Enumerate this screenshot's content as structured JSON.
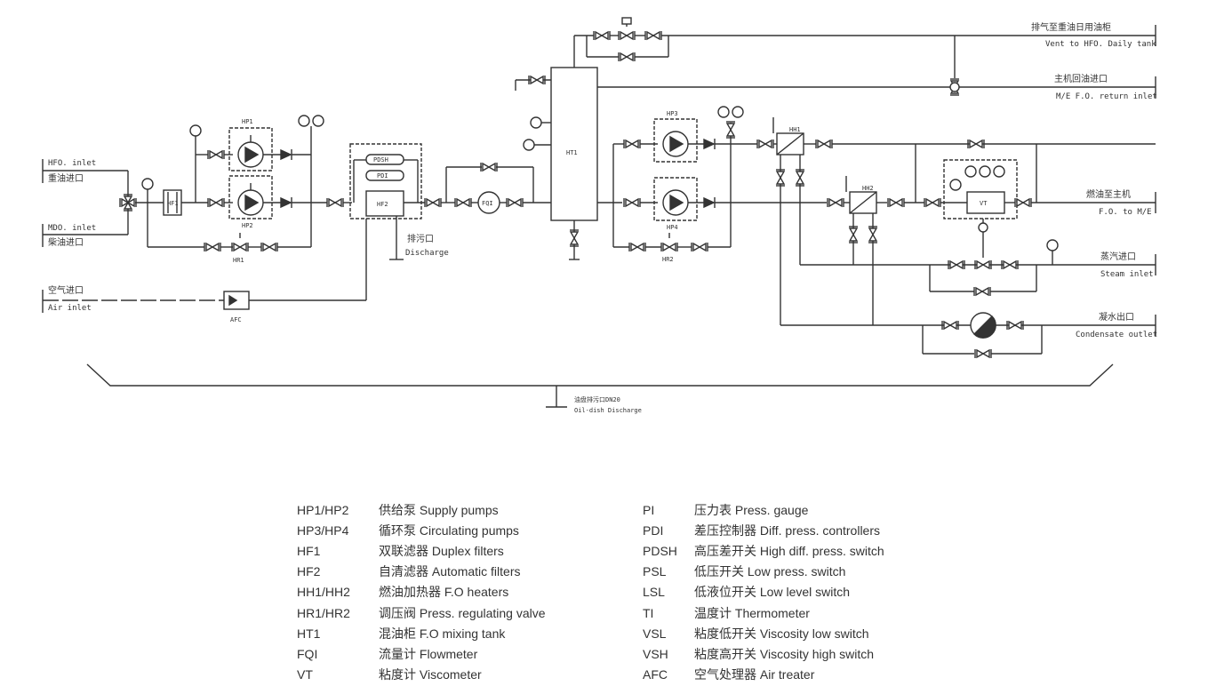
{
  "labels": {
    "hfo_inlet": "HFO. inlet",
    "hfo_inlet_cn": "重油进口",
    "mdo_inlet": "MDO. inlet",
    "mdo_inlet_cn": "柴油进口",
    "air_inlet_cn": "空气进口",
    "air_inlet": "Air inlet",
    "afc": "AFC",
    "vent_cn": "排气至重油日用油柜",
    "vent": "Vent to HFO. Daily tank",
    "return_cn": "主机回油进口",
    "return": "M/E F.O. return inlet",
    "fo_out_cn": "燃油至主机",
    "fo_out": "F.O. to M/E",
    "steam_cn": "蒸汽进口",
    "steam": "Steam inlet",
    "condensate_cn": "凝水出口",
    "condensate": "Condensate outlet",
    "discharge_cn": "排污口",
    "discharge": "Discharge",
    "oil_dish_cn": "油盘排污口DN20",
    "oil_dish": "Oil-dish Discharge",
    "hp1": "HP1",
    "hp2": "HP2",
    "hp3": "HP3",
    "hp4": "HP4",
    "hr1": "HR1",
    "hr2": "HR2",
    "hf1": "HF1",
    "hf2": "HF2",
    "hh1": "HH1",
    "hh2": "HH2",
    "ht1": "HT1",
    "fqi": "FQI",
    "vt": "VT",
    "pdsh": "PDSH",
    "pdi": "PDI"
  },
  "legend_left": [
    {
      "code": "HP1/HP2",
      "desc": "供给泵 Supply pumps"
    },
    {
      "code": "HP3/HP4",
      "desc": "循环泵 Circulating pumps"
    },
    {
      "code": "HF1",
      "desc": "双联滤器 Duplex filters"
    },
    {
      "code": "HF2",
      "desc": "自清滤器 Automatic filters"
    },
    {
      "code": "HH1/HH2",
      "desc": "燃油加热器 F.O heaters"
    },
    {
      "code": "HR1/HR2",
      "desc": "调压阀 Press. regulating valve"
    },
    {
      "code": "HT1",
      "desc": "混油柜 F.O mixing tank"
    },
    {
      "code": "FQI",
      "desc": "流量计 Flowmeter"
    },
    {
      "code": "VT",
      "desc": "粘度计 Viscometer"
    }
  ],
  "legend_right": [
    {
      "code": "PI",
      "desc": "压力表 Press. gauge"
    },
    {
      "code": "PDI",
      "desc": "差压控制器 Diff. press. controllers"
    },
    {
      "code": "PDSH",
      "desc": "高压差开关 High diff. press. switch"
    },
    {
      "code": "PSL",
      "desc": "低压开关 Low press. switch"
    },
    {
      "code": "LSL",
      "desc": "低液位开关 Low level switch"
    },
    {
      "code": "TI",
      "desc": "温度计 Thermometer"
    },
    {
      "code": "VSL",
      "desc": "粘度低开关 Viscosity low switch"
    },
    {
      "code": "VSH",
      "desc": "粘度高开关 Viscosity high switch"
    },
    {
      "code": "AFC",
      "desc": "空气处理器 Air treater"
    }
  ]
}
